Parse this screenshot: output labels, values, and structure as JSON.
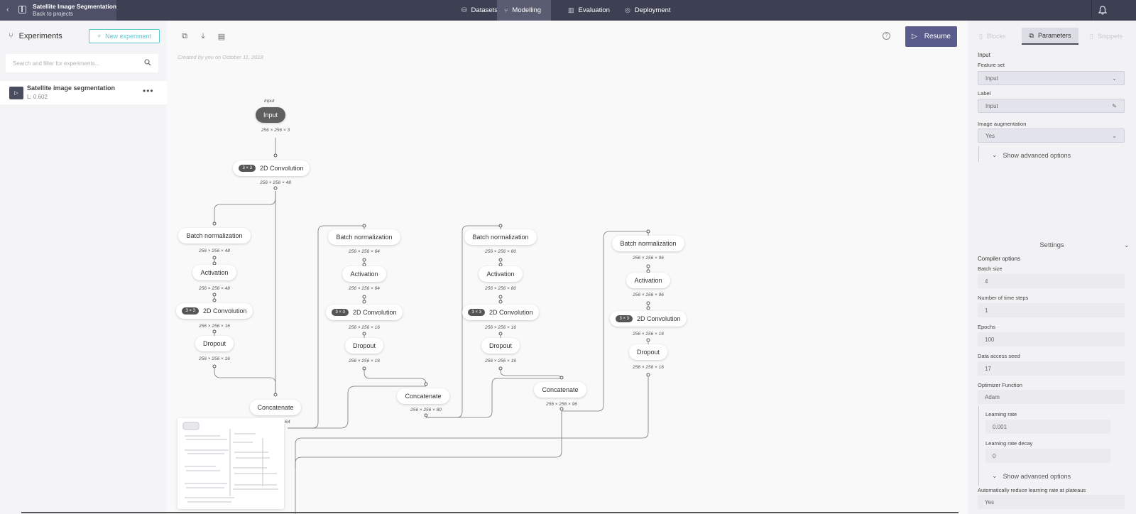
{
  "topbar": {
    "project_title": "Satellite Image Segmentation",
    "back_label": "Back to projects",
    "tabs": [
      {
        "label": "Datasets",
        "icon": "database-icon"
      },
      {
        "label": "Modelling",
        "icon": "branch-icon",
        "active": true
      },
      {
        "label": "Evaluation",
        "icon": "bar-chart-icon"
      },
      {
        "label": "Deployment",
        "icon": "check-circle-icon"
      }
    ]
  },
  "sidebar": {
    "title": "Experiments",
    "new_button": "New experiment",
    "search_placeholder": "Search and filter for experiments...",
    "experiment": {
      "name": "Satellite image segmentation",
      "loss": "L: 0.602"
    }
  },
  "canvas": {
    "created": "Created by you on October 11, 2018",
    "resume": "Resume",
    "input_caption": "Input",
    "nodes": {
      "input": "Input",
      "conv_main": "2D Convolution",
      "batch_norm": "Batch normalization",
      "activation": "Activation",
      "conv2d": "2D Convolution",
      "dropout": "Dropout",
      "concatenate": "Concatenate",
      "kernel": "3 × 3"
    },
    "dims": {
      "input": "256 × 256 × 3",
      "conv_main": "256 × 256 × 48",
      "c1_bn": "256 × 256 × 48",
      "c1_act": "256 × 256 × 48",
      "c1_conv": "256 × 256 × 16",
      "c1_drop": "256 × 256 × 16",
      "c2_bn": "256 × 256 × 64",
      "c2_act": "256 × 256 × 64",
      "c2_conv": "256 × 256 × 16",
      "c2_drop": "256 × 256 × 16",
      "c2_concat": "256 × 256 × 80",
      "c3_bn": "256 × 256 × 80",
      "c3_act": "256 × 256 × 80",
      "c3_conv": "256 × 256 × 16",
      "c3_drop": "256 × 256 × 16",
      "c3_concat": "256 × 256 × 96",
      "c4_bn": "256 × 256 × 96",
      "c4_act": "256 × 256 × 96",
      "c4_conv": "256 × 256 × 16",
      "c4_drop": "256 × 256 × 16",
      "c1_concat_partial": "64"
    }
  },
  "rightpanel": {
    "tabs": [
      "Blocks",
      "Parameters",
      "Snippets"
    ],
    "input": {
      "section": "Input",
      "feature_set_label": "Feature set",
      "feature_set_value": "Input",
      "label_label": "Label",
      "label_value": "Input",
      "augmentation_label": "Image augmentation",
      "augmentation_value": "Yes",
      "show_advanced": "Show advanced options"
    },
    "settings": {
      "title": "Settings",
      "compiler": "Compiler options",
      "batch_size_label": "Batch size",
      "batch_size": "4",
      "time_steps_label": "Number of time steps",
      "time_steps": "1",
      "epochs_label": "Epochs",
      "epochs": "100",
      "seed_label": "Data access seed",
      "seed": "17",
      "optimizer_label": "Optimizer Function",
      "optimizer": "Adam",
      "lr_label": "Learning rate",
      "lr": "0.001",
      "lr_decay_label": "Learning rate decay",
      "lr_decay": "0",
      "show_advanced": "Show advanced options",
      "reduce_lr_label": "Automatically reduce learning rate at plateaus",
      "reduce_lr": "Yes"
    }
  }
}
